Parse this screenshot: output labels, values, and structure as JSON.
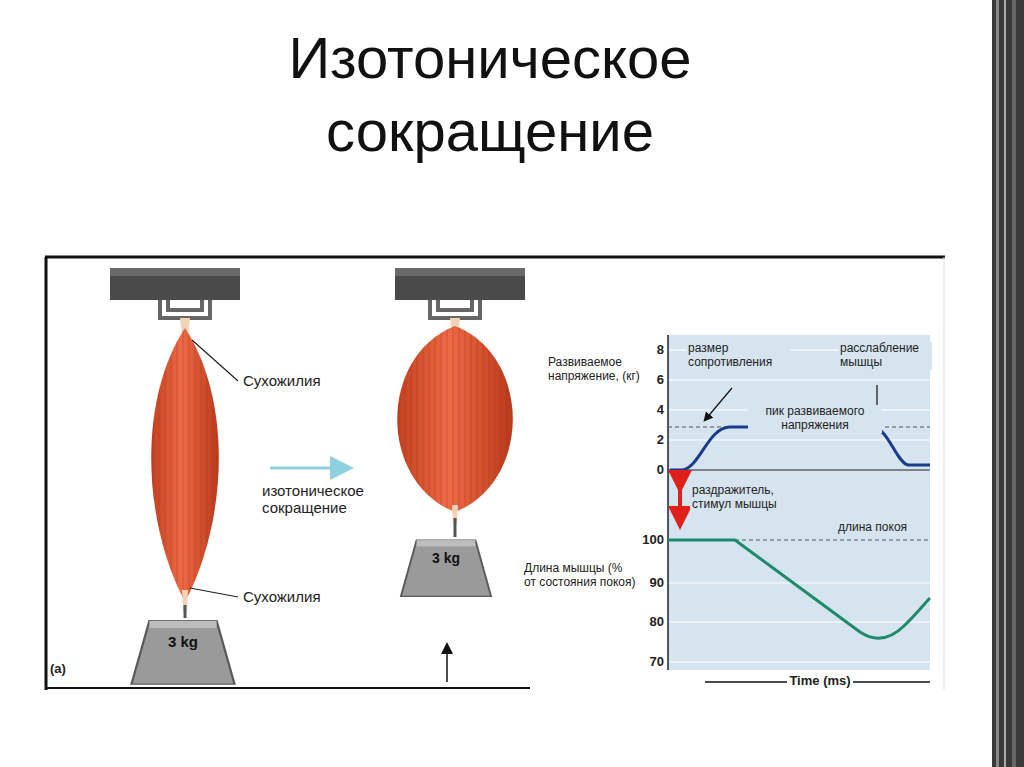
{
  "diagram": {
    "title": "Изотоническое сокращение",
    "nodes": [
      {
        "text": [
          "3 kg"
        ]
      },
      {
        "text": [
          "3 kg"
        ]
      }
    ],
    "labels": [
      "Сухожилия",
      "изотоническое сокращение",
      "Сухожилия",
      "(a)",
      "Развиваемое напряжение, (кг)",
      "8",
      "6",
      "4",
      "2",
      "0",
      "размер сопротивления",
      "расслабление мышцы",
      "пик развиваемого напряжения",
      "раздражитель, стимул мышцы",
      "длина покоя",
      "Длина мышцы (% от состояния покоя)",
      "100",
      "90",
      "80",
      "70",
      "Time (ms)"
    ]
  }
}
